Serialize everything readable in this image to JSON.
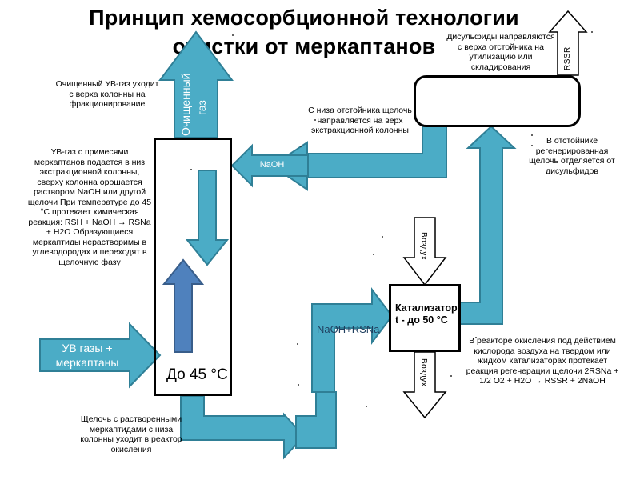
{
  "title": {
    "line1": "Принцип хемосорбционной технологии",
    "line2": "очистки от меркаптанов"
  },
  "column": {
    "temperature_label": "До 45 °С"
  },
  "reactor": {
    "label": "Катализатор t - до 50 °С"
  },
  "arrows": {
    "purified_gas": "Очищенный газ",
    "feed_gas": "УВ газы + меркаптаны",
    "naoh": "NaOH",
    "naoh_rsna": "NaOH+RSNa",
    "air_in": "Воздух",
    "air_out": "Воздух",
    "rssr": "RSSR"
  },
  "notes": {
    "purified_gas_note": "Очищенный УВ-газ уходит с верха колонны на фракционирование",
    "feed_note": "УВ-газ с примесями меркаптанов подается в низ экстракционной колонны, сверху колонна орошается раствором NaOH или другой щелочи При температуре до 45 °С протекает химическая реакция: RSH + NaOH → RSNa + H2O Образующиеся меркаптиды нерастворимы в углеводородах и переходят в щелочную фазу",
    "alkali_bottom_note": "Щелочь с растворенными меркаптидами с низа колонны уходит в реактор окисления",
    "settler_bottom_note": "С низа отстойника щелочь направляется на верх экстракционной колонны",
    "disulfides_note": "Дисульфиды направляются с верха отстойника на утилизацию или складирования",
    "settler_note": "В отстойнике регенерированная щелочь отделяется от дисульфидов",
    "reactor_note": "В реакторе окисления под действием кислорода воздуха на твердом или жидком катализаторах протекает реакция регенерации щелочи 2RSNa + 1/2 O2 + H2O → RSSR + 2NaOH"
  },
  "colors": {
    "pipe_fill": "#4bacc6",
    "pipe_stroke": "#2f7f96",
    "arrow_fill": "#4f81bd",
    "arrow_stroke": "#385d8a"
  }
}
